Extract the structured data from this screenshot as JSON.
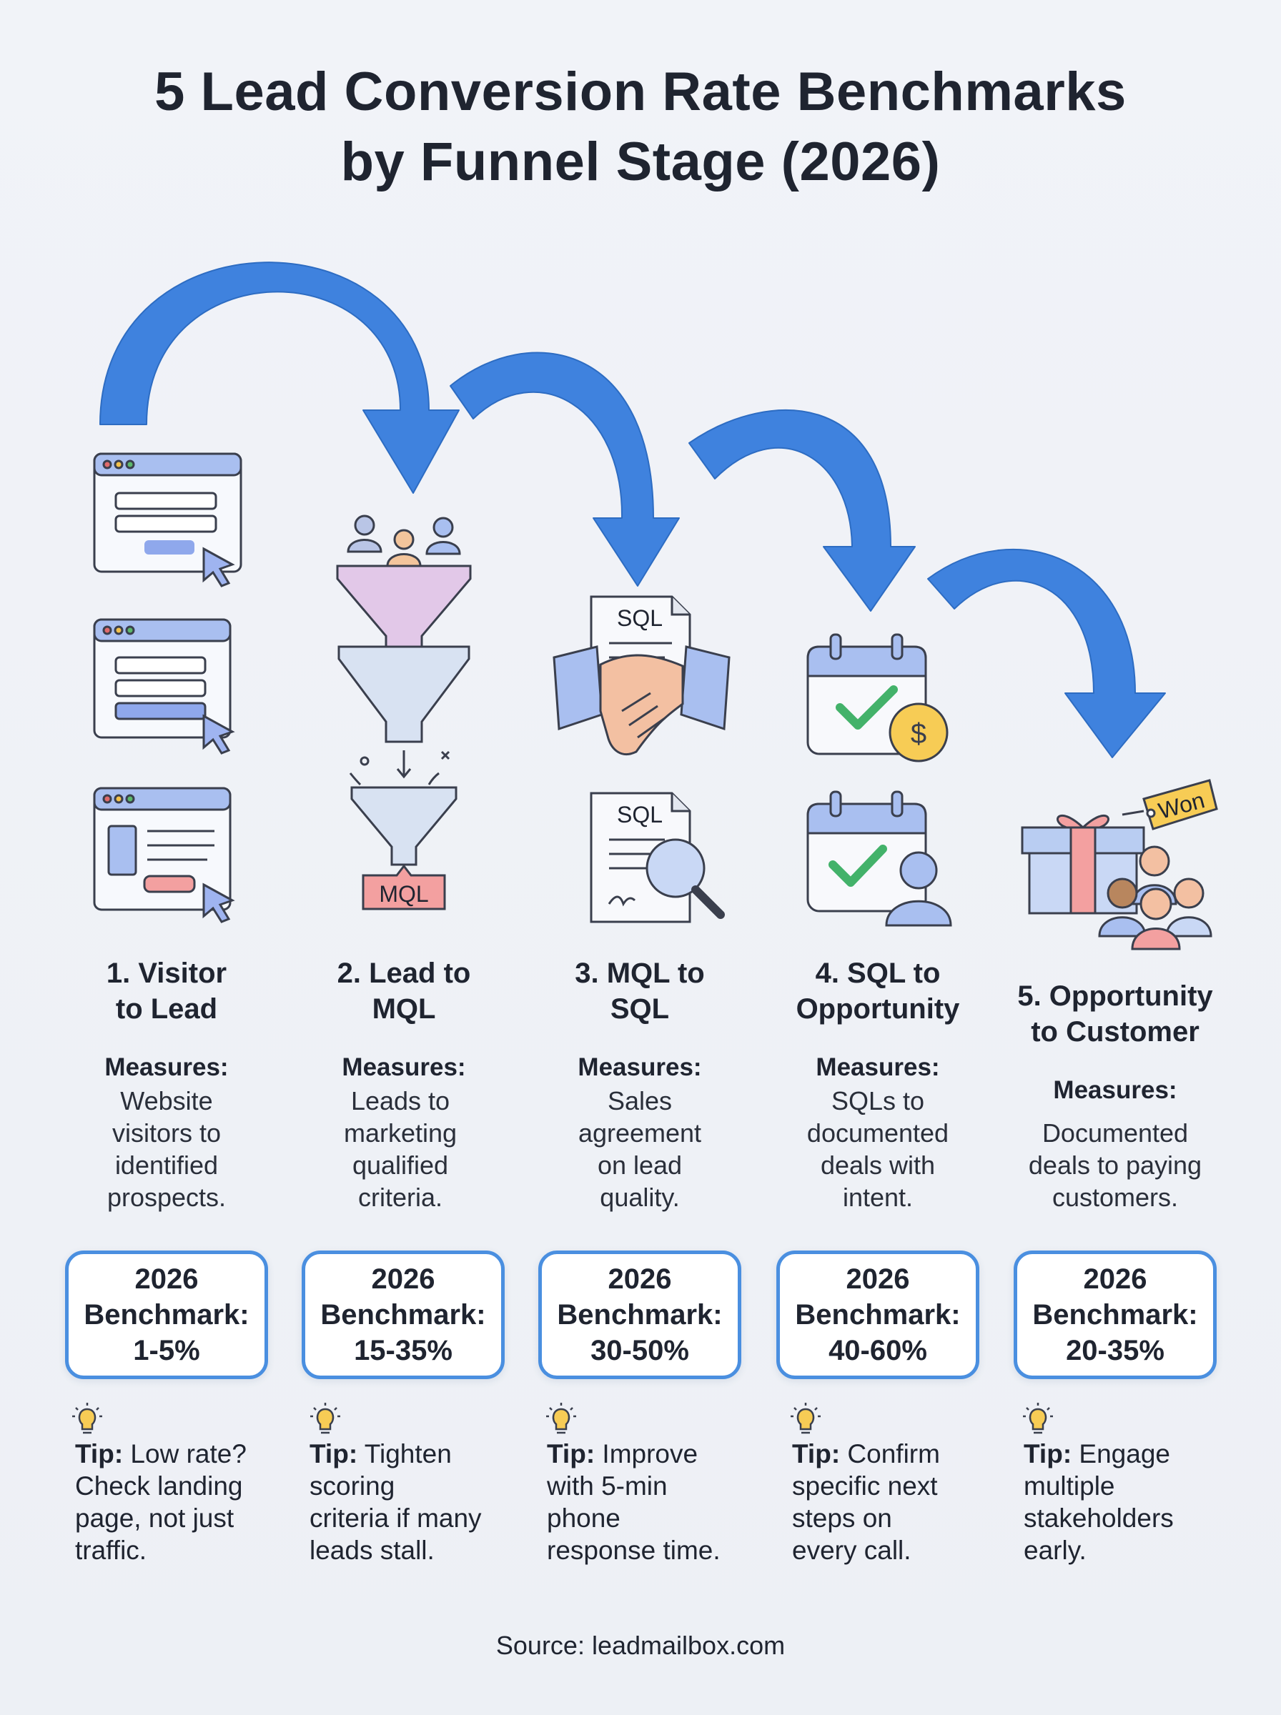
{
  "title_line1": "5 Lead Conversion Rate Benchmarks",
  "title_line2": "by Funnel Stage (2026)",
  "stages": [
    {
      "title_line1": "1. Visitor",
      "title_line2": "to Lead",
      "measures_label": "Measures:",
      "measures": [
        "Website",
        "visitors to",
        "identified",
        "prospects."
      ],
      "bench_year": "2026",
      "bench_label": "Benchmark:",
      "bench_value": "1-5%",
      "tip_label": "Tip:",
      "tip": [
        "Low rate?",
        "Check landing",
        "page, not just",
        "traffic."
      ]
    },
    {
      "title_line1": "2. Lead to",
      "title_line2": "MQL",
      "measures_label": "Measures:",
      "measures": [
        "Leads to",
        "marketing",
        "qualified",
        "criteria."
      ],
      "bench_year": "2026",
      "bench_label": "Benchmark:",
      "bench_value": "15-35%",
      "tip_label": "Tip:",
      "tip": [
        "Tighten",
        "scoring",
        "criteria if many",
        "leads stall."
      ]
    },
    {
      "title_line1": "3. MQL to",
      "title_line2": "SQL",
      "measures_label": "Measures:",
      "measures": [
        "Sales",
        "agreement",
        "on lead",
        "quality."
      ],
      "bench_year": "2026",
      "bench_label": "Benchmark:",
      "bench_value": "30-50%",
      "tip_label": "Tip:",
      "tip": [
        "Improve",
        "with 5-min",
        "phone",
        "response time."
      ]
    },
    {
      "title_line1": "4. SQL to",
      "title_line2": "Opportunity",
      "measures_label": "Measures:",
      "measures": [
        "SQLs to",
        "documented",
        "deals with",
        "intent."
      ],
      "bench_year": "2026",
      "bench_label": "Benchmark:",
      "bench_value": "40-60%",
      "tip_label": "Tip:",
      "tip": [
        "Confirm",
        "specific next",
        "steps on",
        "every call."
      ]
    },
    {
      "title_line1": "5. Opportunity",
      "title_line2": "to Customer",
      "measures_label": "Measures:",
      "measures": [
        "Documented",
        "deals to paying",
        "customers."
      ],
      "bench_year": "2026",
      "bench_label": "Benchmark:",
      "bench_value": "20-35%",
      "tip_label": "Tip:",
      "tip": [
        "Engage",
        "multiple",
        "stakeholders",
        "early."
      ]
    }
  ],
  "icon_labels": {
    "mql_tag": "MQL",
    "sql_doc": "SQL",
    "won_tag": "Won",
    "dollar": "$"
  },
  "source": "Source: leadmailbox.com",
  "colors": {
    "arrow": "#3f82de",
    "box_border": "#4a8fe0",
    "icon_accent": "#7b9be0",
    "mql_tag": "#f3a0a0",
    "check": "#43b26a",
    "coin": "#f7cc55"
  }
}
